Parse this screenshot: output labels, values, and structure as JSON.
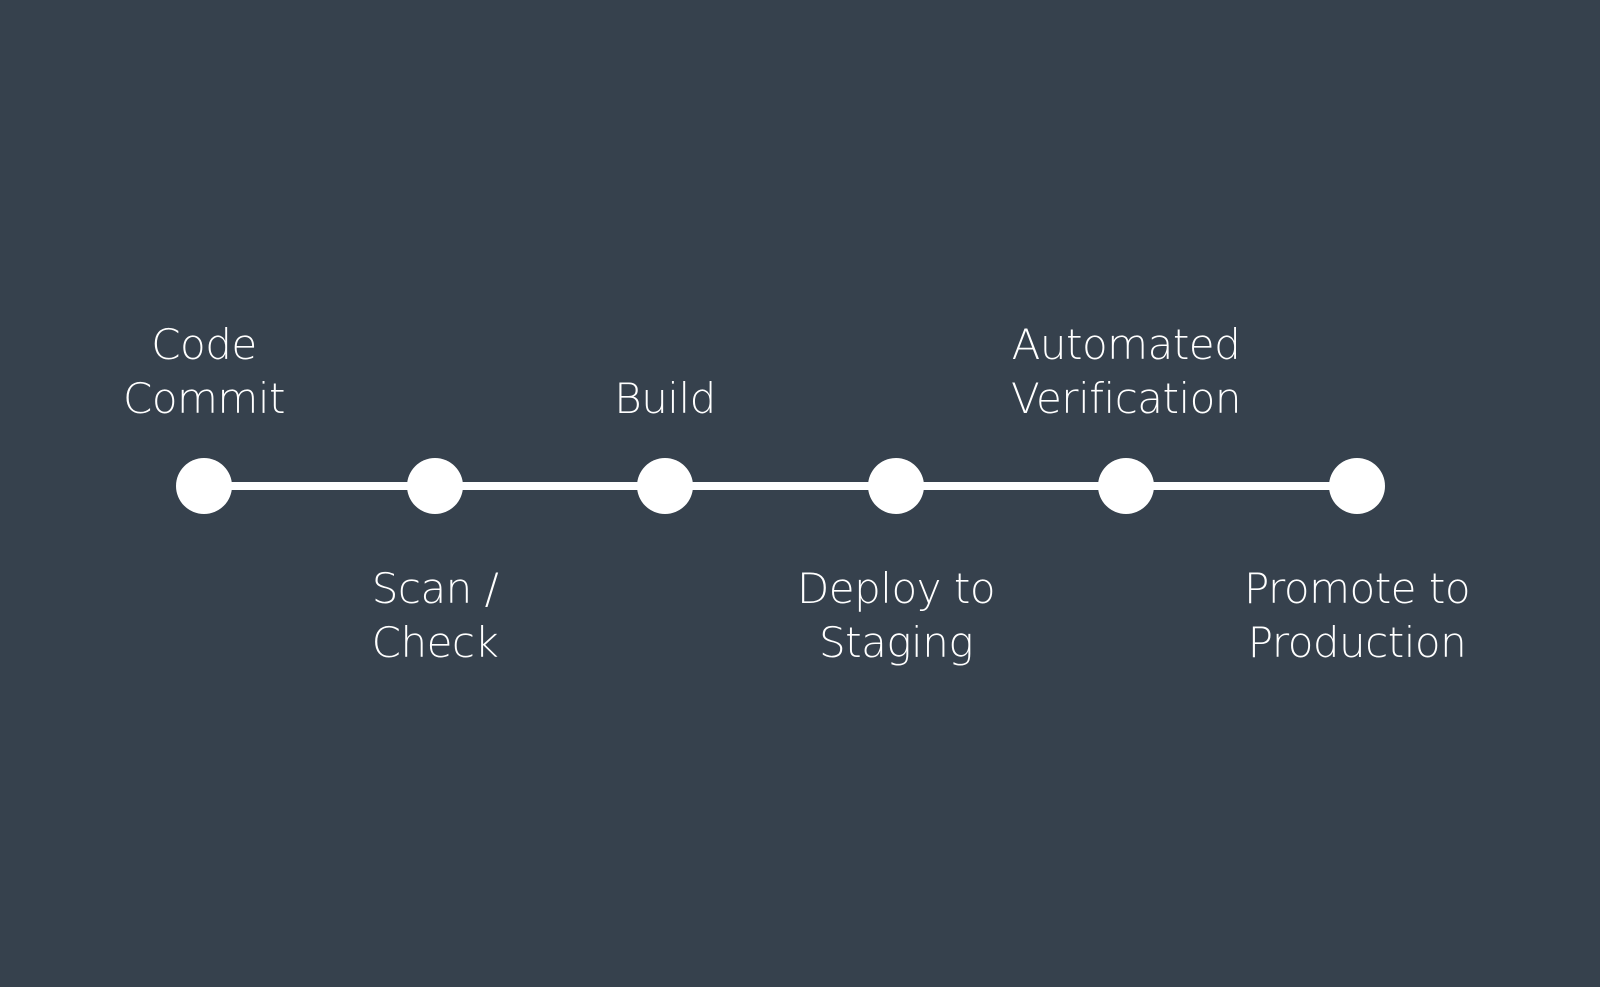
{
  "colors": {
    "background": "#36414d",
    "line": "#ffffff",
    "node": "#ffffff",
    "text": "#ffffff"
  },
  "stages": [
    {
      "lines": [
        "Code",
        "Commit"
      ],
      "position": "above"
    },
    {
      "lines": [
        "Scan /",
        "Check"
      ],
      "position": "below"
    },
    {
      "lines": [
        "Build"
      ],
      "position": "above"
    },
    {
      "lines": [
        "Deploy to",
        "Staging"
      ],
      "position": "below"
    },
    {
      "lines": [
        "Automated",
        "Verification"
      ],
      "position": "above"
    },
    {
      "lines": [
        "Promote to",
        "Production"
      ],
      "position": "below"
    }
  ]
}
